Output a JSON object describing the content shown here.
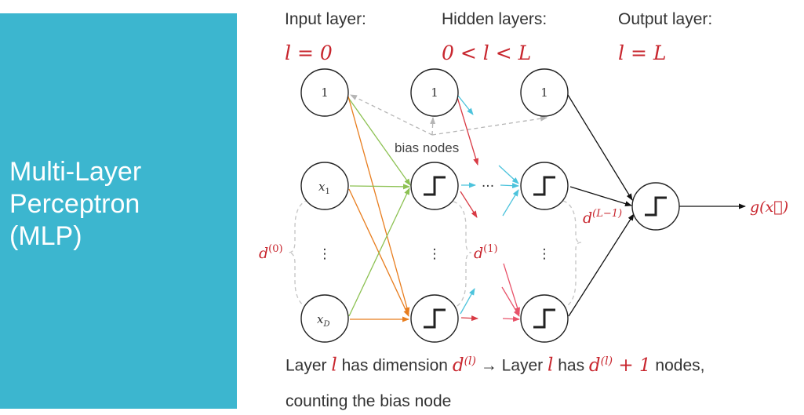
{
  "side_panel": {
    "title_lines": [
      "Multi-Layer",
      "Perceptron",
      "(MLP)"
    ],
    "color": "#3cb6cf"
  },
  "headers": {
    "input": {
      "label": "Input layer:",
      "math": "l = 0"
    },
    "hidden": {
      "label": "Hidden layers:",
      "math": "0 < l < L"
    },
    "output": {
      "label": "Output layer:",
      "math": "l = L"
    }
  },
  "nodes": {
    "bias_label": "1",
    "x1": "x",
    "x1_sub": "1",
    "xD": "x",
    "xD_sub": "D",
    "vdots": "⋮",
    "hdots": "···"
  },
  "annotations": {
    "bias_nodes": "bias nodes",
    "d0": "d",
    "d0_sup": "(0)",
    "d1": "d",
    "d1_sup": "(1)",
    "dL1": "d",
    "dL1_sup": "(L−1)",
    "output": "g(x⃗)"
  },
  "caption": {
    "line1_a": "Layer ",
    "line1_l1": "l",
    "line1_b": " has dimension ",
    "line1_d1": "d",
    "line1_d1_sup": "(l)",
    "line1_c": " → Layer ",
    "line1_l2": "l",
    "line1_d": " has ",
    "line1_d2": "d",
    "line1_d2_sup": "(l)",
    "line1_e": " + 1",
    "line1_f": " nodes,",
    "line2": "counting the bias node"
  },
  "colors": {
    "red": "#c8262e",
    "orange": "#e87d1e",
    "green": "#8cc152",
    "cyan": "#4cc3dc",
    "pink": "#e8536a",
    "gray_dashed": "#bbbbbb"
  }
}
